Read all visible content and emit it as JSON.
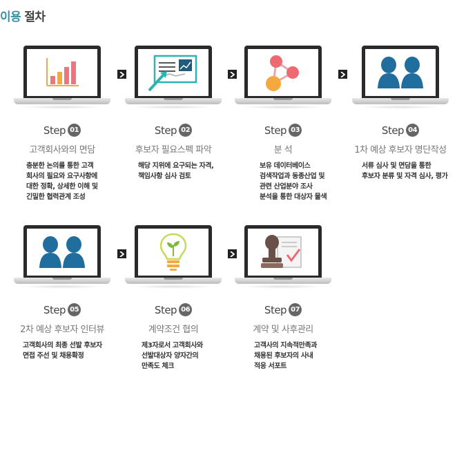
{
  "header": {
    "title_accent": "이용",
    "title_rest": "절차"
  },
  "step_word": "Step",
  "steps": [
    {
      "num": "01",
      "title": "고객회사와의 면담",
      "desc": [
        "충분한 논의를 통한 고객",
        "회사의 필요와 요구사항에",
        "대한 정확, 상세한 이해 및",
        "긴밀한 협력관계 조성"
      ],
      "icon": "bar-chart-icon"
    },
    {
      "num": "02",
      "title": "후보자 필요스펙 파악",
      "desc": [
        "해당 지위에 요구되는 자격,",
        "책임사항 심사 검토"
      ],
      "icon": "presentation-board-icon"
    },
    {
      "num": "03",
      "title": "분 석",
      "desc": [
        "보유 데이터베이스",
        "검색작업과 동종산업 및",
        "관련 산업분야 조사",
        "분석을 통한 대상자 물색"
      ],
      "icon": "network-nodes-icon"
    },
    {
      "num": "04",
      "title": "1차 예상 후보자 명단작성",
      "desc": [
        "서류 심사 및 면담을 통한",
        "후보자 분류 및 자격 심사, 평가"
      ],
      "icon": "two-persons-icon"
    },
    {
      "num": "05",
      "title": "2차 예상 후보자 인터뷰",
      "desc": [
        "고객회사의 최종 선발 후보자",
        "면접 주선 및 채용확정"
      ],
      "icon": "two-persons-icon"
    },
    {
      "num": "06",
      "title": "계약조건 협의",
      "desc": [
        "제3자로서 고객회사와",
        "선발대상자 양자간의",
        "만족도 체크"
      ],
      "icon": "lightbulb-icon"
    },
    {
      "num": "07",
      "title": "계약 및 사후관리",
      "desc": [
        "고객사의 지속적만족과",
        "채용된 후보자의 사내",
        "적응 서포트"
      ],
      "icon": "stamp-document-icon"
    }
  ],
  "colors": {
    "accent": "#3a8fa6",
    "person": "#1f6e9e",
    "bar_red": "#f0747c",
    "bar_orange": "#f5a83b",
    "node_red": "#ee6a73",
    "node_orange": "#f5a83b",
    "teal": "#2bb3b1"
  }
}
